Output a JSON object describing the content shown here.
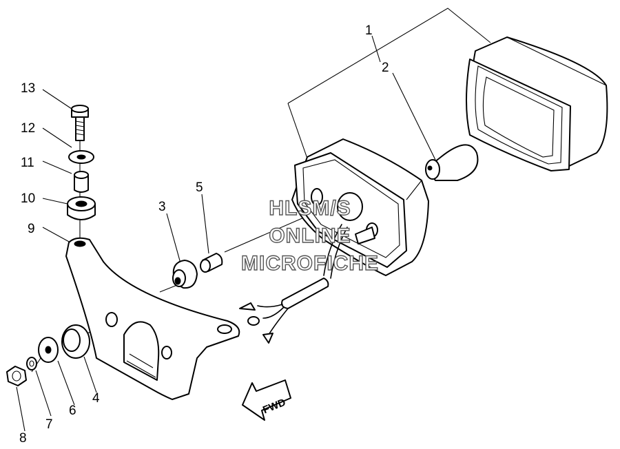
{
  "callouts": [
    {
      "id": "1",
      "label": "1"
    },
    {
      "id": "2",
      "label": "2"
    },
    {
      "id": "3",
      "label": "3"
    },
    {
      "id": "4",
      "label": "4"
    },
    {
      "id": "5",
      "label": "5"
    },
    {
      "id": "6",
      "label": "6"
    },
    {
      "id": "7",
      "label": "7"
    },
    {
      "id": "8",
      "label": "8"
    },
    {
      "id": "9",
      "label": "9"
    },
    {
      "id": "10",
      "label": "10"
    },
    {
      "id": "11",
      "label": "11"
    },
    {
      "id": "12",
      "label": "12"
    },
    {
      "id": "13",
      "label": "13"
    }
  ],
  "watermark": {
    "line1": "HLSM/S",
    "line2": "ONLINE",
    "line3": "MICROFICHE"
  },
  "direction_arrow": {
    "label": "FWD"
  }
}
